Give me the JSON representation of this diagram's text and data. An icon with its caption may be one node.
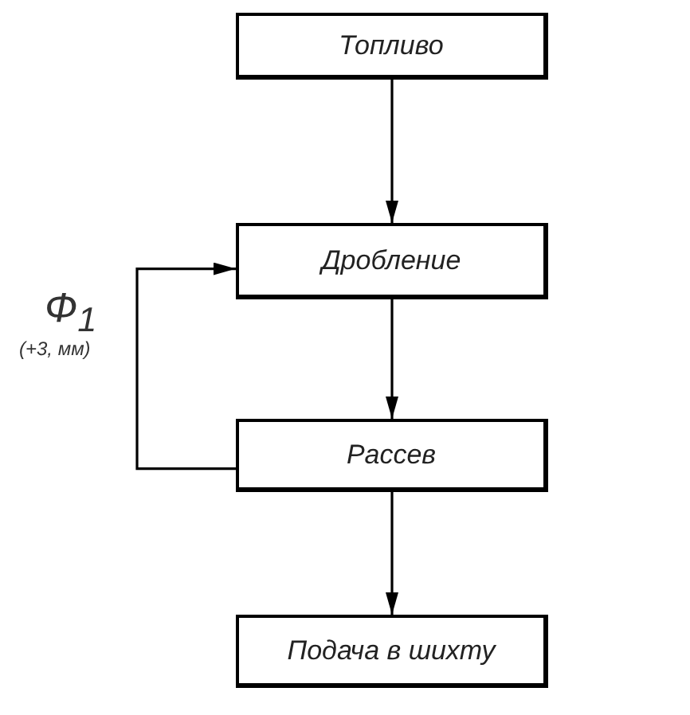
{
  "diagram": {
    "nodes": [
      {
        "text": [
          "Топливо"
        ]
      },
      {
        "text": [
          "Дробление"
        ]
      },
      {
        "text": [
          "Рассев"
        ]
      },
      {
        "text": [
          "Подача в шихту"
        ]
      }
    ],
    "edges": [
      {
        "from": 0,
        "to": 1,
        "arrow": "to"
      },
      {
        "from": 1,
        "to": 2,
        "arrow": "to"
      },
      {
        "from": 2,
        "to": 3,
        "arrow": "to"
      },
      {
        "from": 2,
        "to": 1,
        "arrow": "to",
        "label": "Ф$_{1}$"
      }
    ],
    "labels": [
      "(+3, мм)"
    ]
  }
}
